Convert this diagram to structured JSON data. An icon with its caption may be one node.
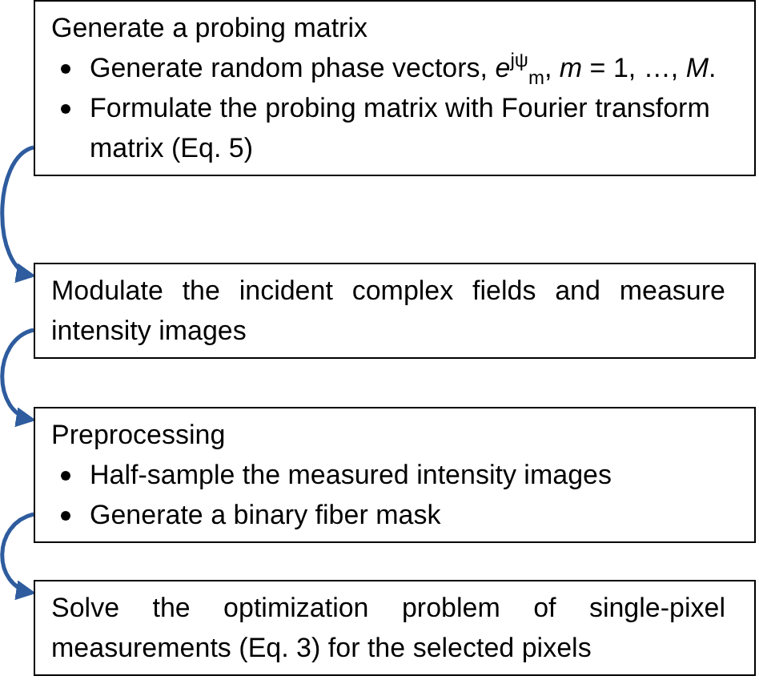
{
  "diagram": {
    "nodes": [
      {
        "text": [
          "Generate a probing matrix",
          "Generate random phase vectors, *e*$^{jψ}$$_{m}$, *m* = 1, …, *M*.",
          "Formulate the probing matrix with Fourier transform matrix (Eq. 5)"
        ]
      },
      {
        "text": [
          "Modulate the incident complex fields and measure intensity images"
        ]
      },
      {
        "text": [
          "Preprocessing",
          "Half-sample the measured intensity images",
          "Generate a binary fiber mask"
        ]
      },
      {
        "text": [
          "Solve the optimization problem of single-pixel measurements (Eq. 3) for the selected pixels"
        ]
      }
    ],
    "edges": [
      {
        "from": 0,
        "to": 1,
        "arrow": "to"
      },
      {
        "from": 1,
        "to": 2,
        "arrow": "to"
      },
      {
        "from": 2,
        "to": 3,
        "arrow": "to"
      }
    ]
  }
}
